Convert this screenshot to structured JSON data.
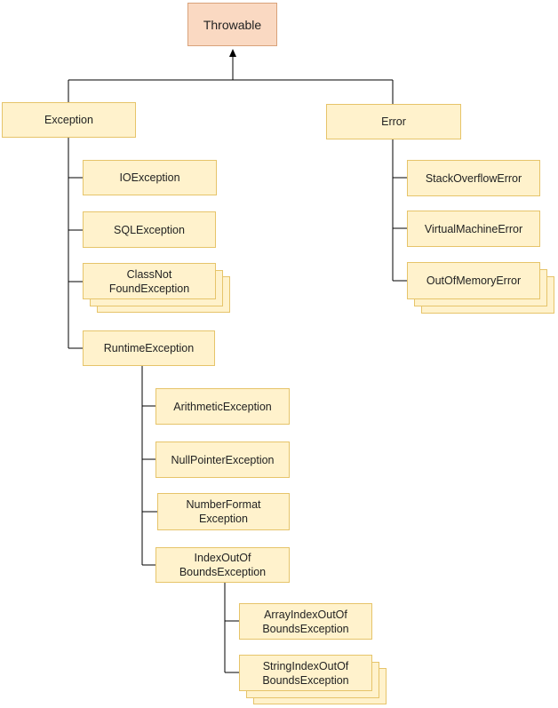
{
  "diagram": {
    "root": "Throwable",
    "exception": "Exception",
    "error": "Error",
    "io_exception": "IOException",
    "sql_exception": "SQLException",
    "class_not_found": "ClassNot\nFoundException",
    "runtime_exception": "RuntimeException",
    "arithmetic_exception": "ArithmeticException",
    "null_pointer_exception": "NullPointerException",
    "number_format_exception": "NumberFormat\nException",
    "index_out_of_bounds": "IndexOutOf\nBoundsException",
    "array_index_out_of_bounds": "ArrayIndexOutOf\nBoundsException",
    "string_index_out_of_bounds": "StringIndexOutOf\nBoundsException",
    "stack_overflow_error": "StackOverflowError",
    "virtual_machine_error": "VirtualMachineError",
    "out_of_memory_error": "OutOfMemoryError"
  }
}
